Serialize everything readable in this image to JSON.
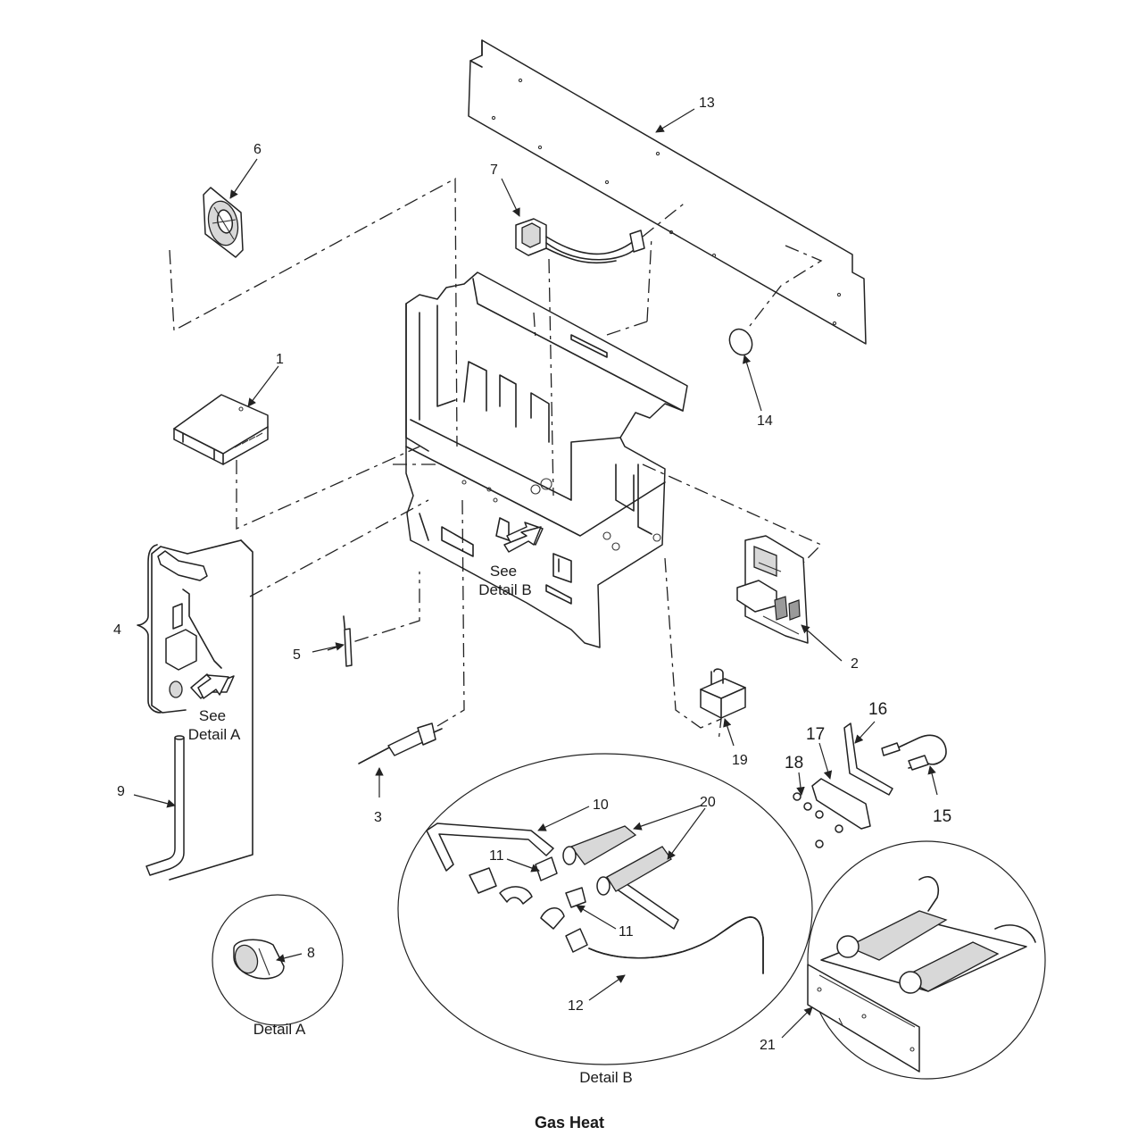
{
  "title": "Gas Heat",
  "detail_captions": {
    "detail_a": "Detail A",
    "detail_b": "Detail B"
  },
  "see_labels": {
    "see_detail_b_line1": "See",
    "see_detail_b_line2": "Detail B",
    "see_detail_a_line1": "See",
    "see_detail_a_line2": "Detail A"
  },
  "callouts": {
    "c1": "1",
    "c2": "2",
    "c3": "3",
    "c4": "4",
    "c5": "5",
    "c6": "6",
    "c7": "7",
    "c8": "8",
    "c9": "9",
    "c10": "10",
    "c11a": "11",
    "c11b": "11",
    "c12": "12",
    "c13": "13",
    "c14": "14",
    "c15": "15",
    "c16": "16",
    "c17": "17",
    "c18": "18",
    "c19": "19",
    "c20": "20",
    "c21": "21"
  }
}
